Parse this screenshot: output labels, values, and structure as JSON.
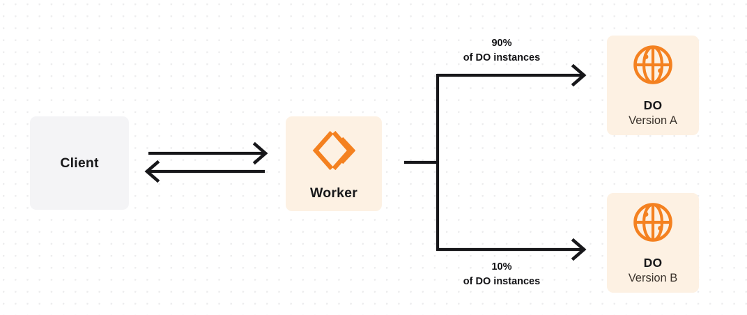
{
  "diagram": {
    "type": "architecture-flow",
    "background": {
      "color": "#ffffff",
      "grid": "dot-grid",
      "grid_color": "#ececed"
    },
    "nodes": [
      {
        "id": "client",
        "label": "Client",
        "sub": "",
        "icon": "",
        "fill": "#f4f4f6",
        "text_color": "#18181a"
      },
      {
        "id": "worker",
        "label": "Worker",
        "sub": "",
        "icon": "cloudflare-workers-icon",
        "fill": "#fdf1e3",
        "icon_color": "#f48120",
        "text_color": "#18181a"
      },
      {
        "id": "do-a",
        "label": "DO",
        "sub": "Version A",
        "icon": "globe-icon",
        "fill": "#fdf1e3",
        "icon_color": "#f48120",
        "text_color": "#18181a",
        "sub_color": "#3b332c"
      },
      {
        "id": "do-b",
        "label": "DO",
        "sub": "Version B",
        "icon": "globe-icon",
        "fill": "#fdf1e3",
        "icon_color": "#f48120",
        "text_color": "#18181a",
        "sub_color": "#3b332c"
      }
    ],
    "edges": [
      {
        "id": "client-to-worker",
        "from": "client",
        "to": "worker",
        "direction": "right",
        "label": ""
      },
      {
        "id": "worker-to-client",
        "from": "worker",
        "to": "client",
        "direction": "left",
        "label": ""
      },
      {
        "id": "worker-to-do-a",
        "from": "worker",
        "to": "do-a",
        "direction": "right",
        "percent": "90%",
        "description": "of DO instances"
      },
      {
        "id": "worker-to-do-b",
        "from": "worker",
        "to": "do-b",
        "direction": "right",
        "percent": "10%",
        "description": "of DO instances"
      }
    ],
    "stroke_color": "#17171a"
  }
}
